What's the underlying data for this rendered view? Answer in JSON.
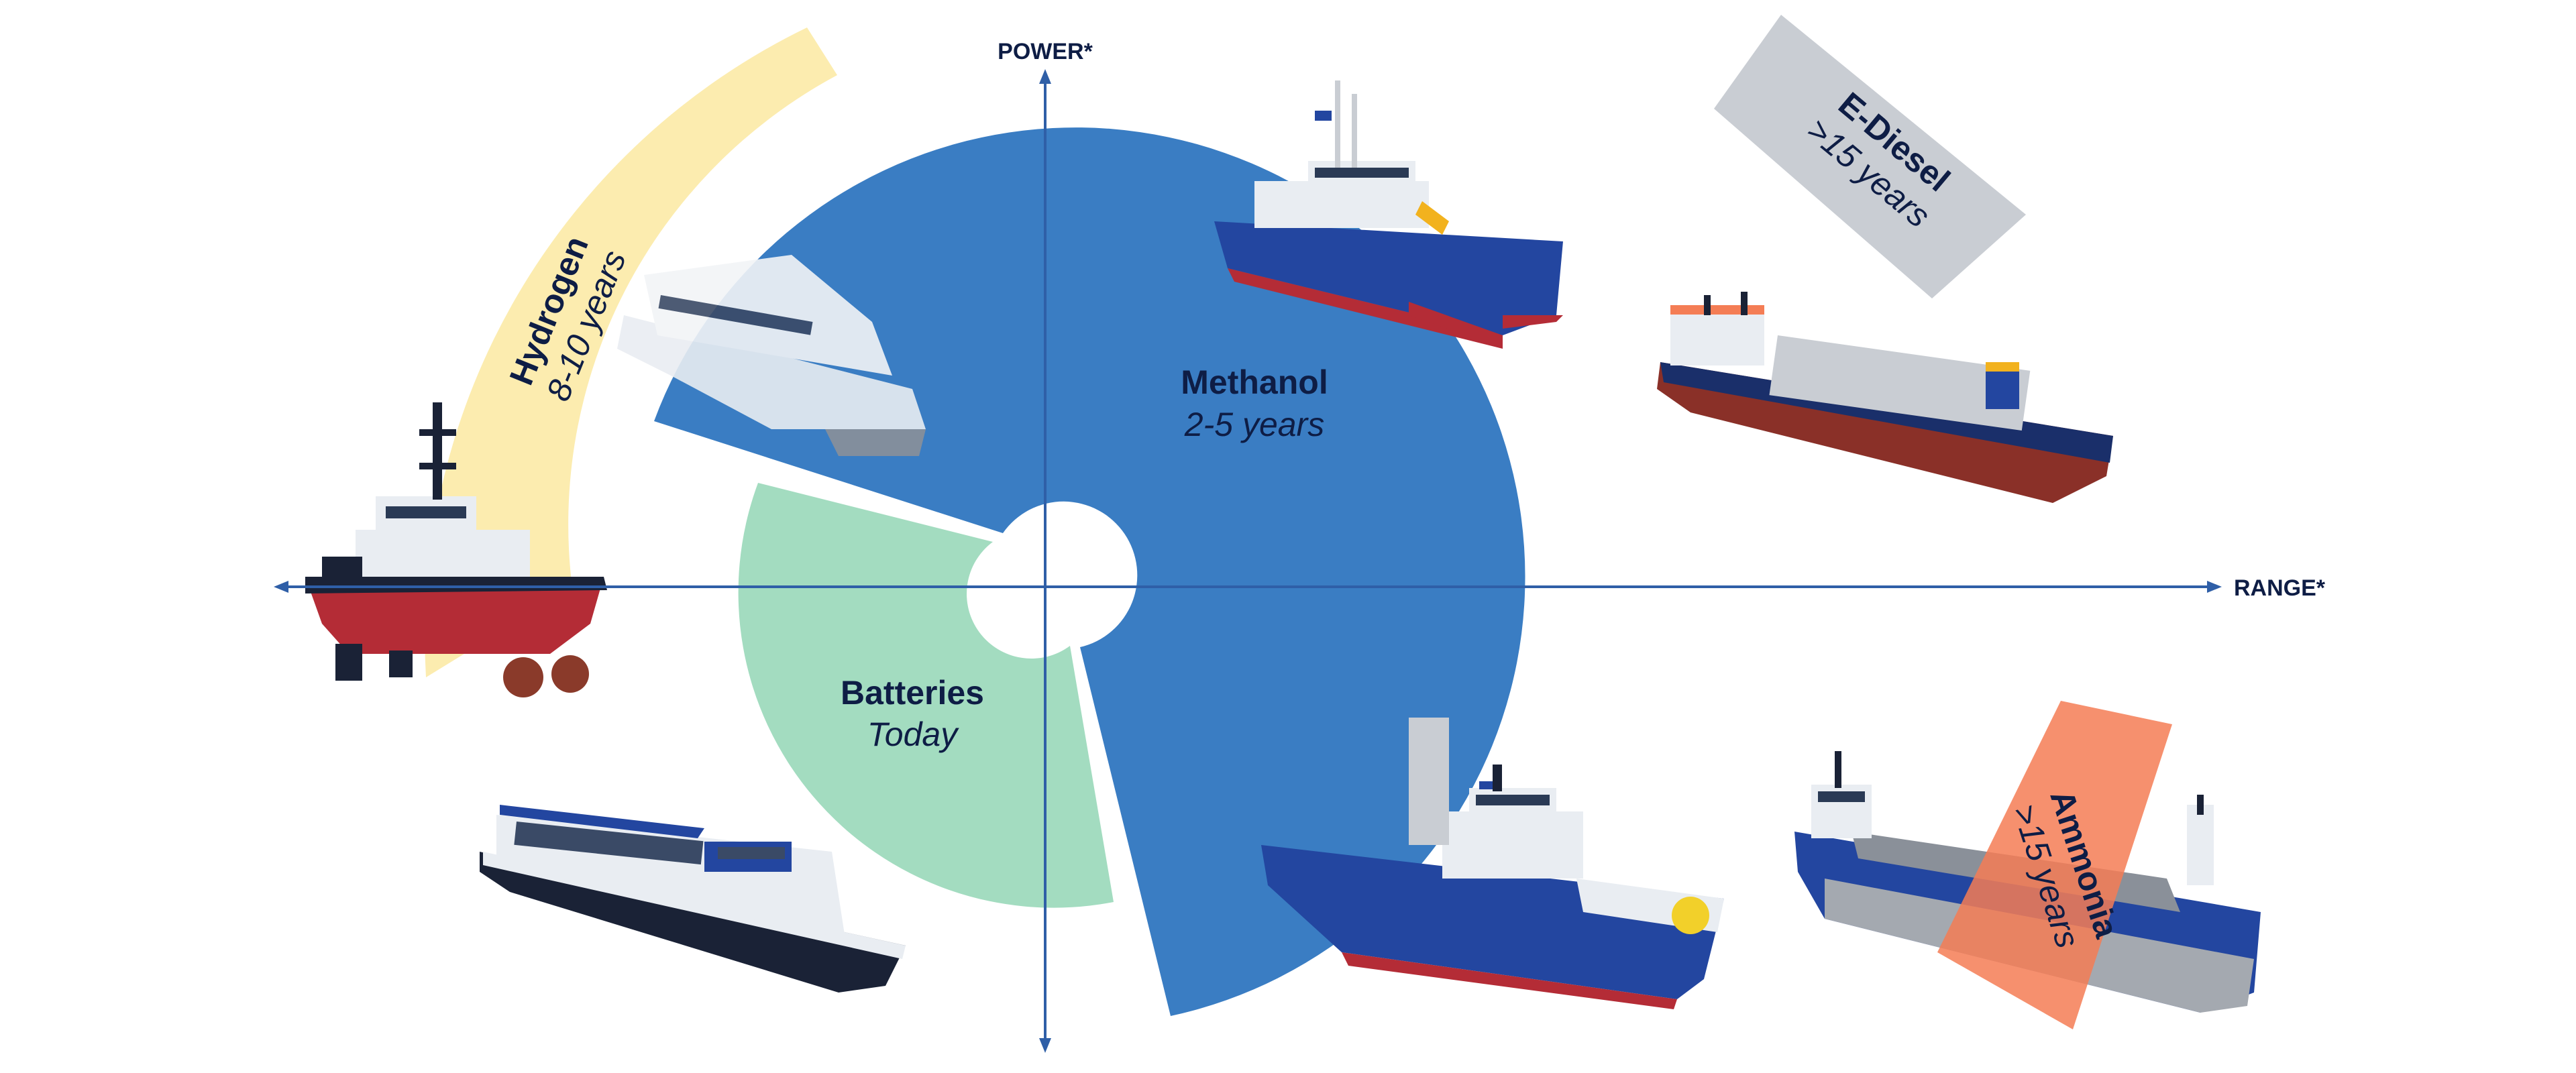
{
  "axes": {
    "x_label": "RANGE*",
    "y_label": "POWER*",
    "color": "#2f5fa7"
  },
  "segments": {
    "methanol": {
      "name": "Methanol",
      "timeline": "2-5 years",
      "color": "#2f76c0"
    },
    "batteries": {
      "name": "Batteries",
      "timeline": "Today",
      "color": "#a3dcc0"
    },
    "hydrogen": {
      "name": "Hydrogen",
      "timeline": "8-10 years",
      "color": "#fbe9a1"
    },
    "ediesel": {
      "name": "E-Diesel",
      "timeline": ">15 years",
      "color": "#c9cdd3"
    },
    "ammonia": {
      "name": "Ammonia",
      "timeline": ">15 years",
      "color": "#f47d55"
    }
  },
  "vessels": {
    "hull_dark": "#1a2236",
    "hull_red": "#b42c36",
    "hull_blue": "#2346a0",
    "superstructure": "#e9edf2",
    "deck_grey": "#8a9099"
  }
}
